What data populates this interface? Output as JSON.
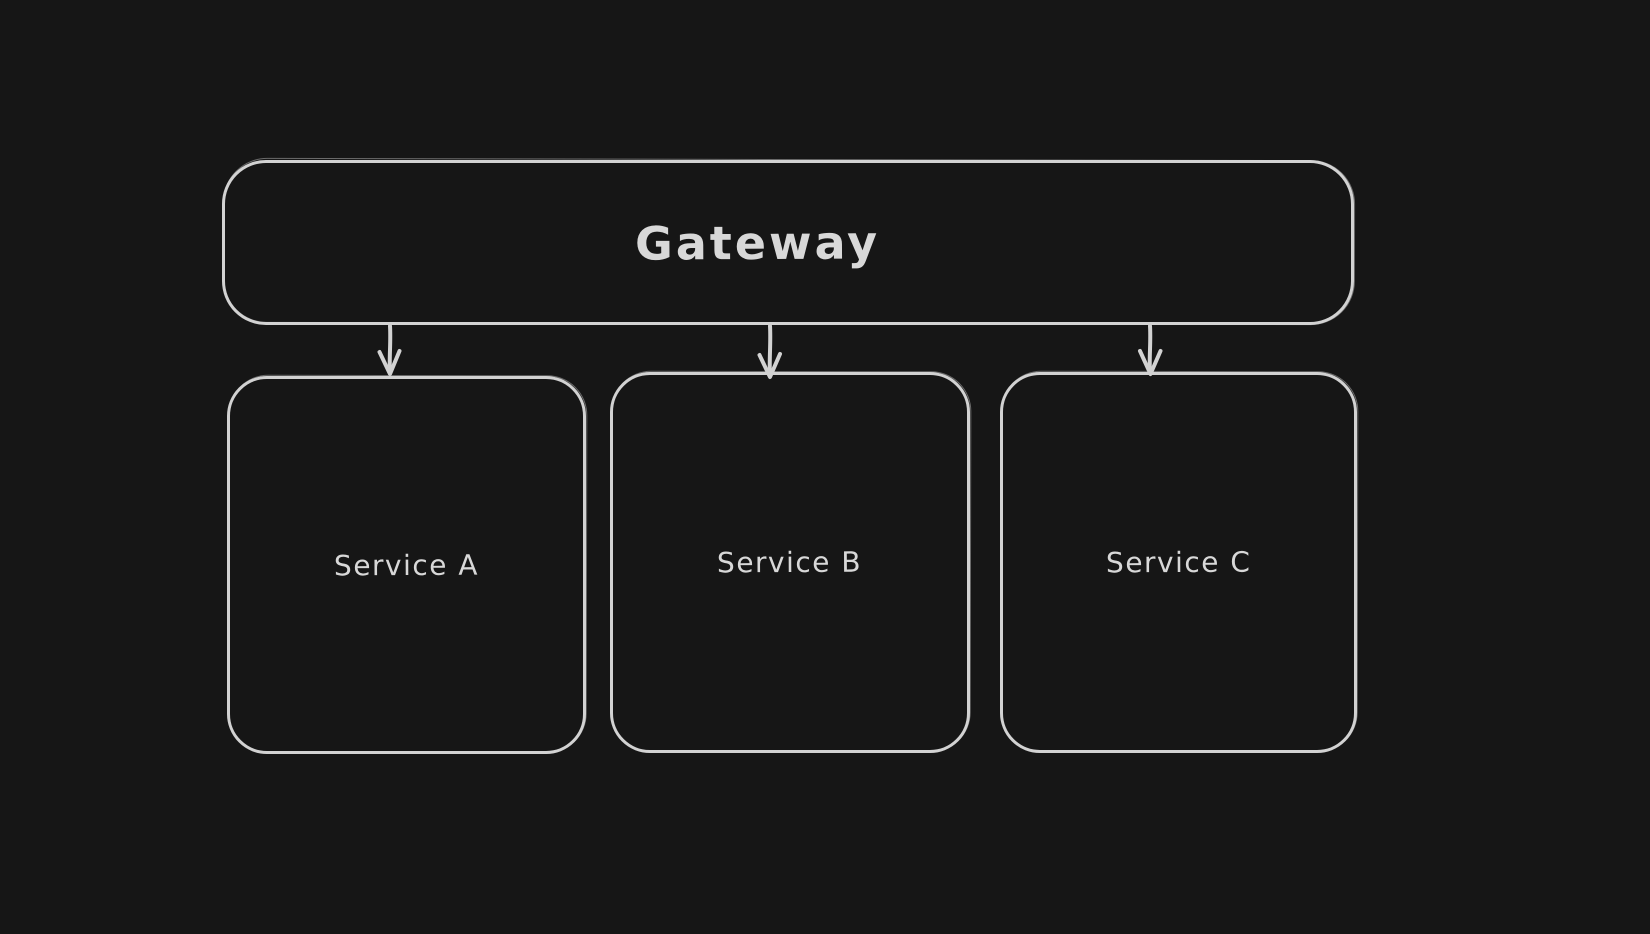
{
  "canvas": {
    "background_color": "#161616",
    "stroke_color": "#d2d2d2",
    "label_color": "#d8d8d8"
  },
  "diagram": {
    "nodes": [
      {
        "id": "gateway",
        "label": "Gateway"
      },
      {
        "id": "service-a",
        "label": "Service A"
      },
      {
        "id": "service-b",
        "label": "Service B"
      },
      {
        "id": "service-c",
        "label": "Service C"
      }
    ],
    "connectors": [
      {
        "id": "gateway-to-service-a",
        "from": "gateway",
        "to": "service-a",
        "style": "arrow-down"
      },
      {
        "id": "gateway-to-service-b",
        "from": "gateway",
        "to": "service-b",
        "style": "arrow-down"
      },
      {
        "id": "gateway-to-service-c",
        "from": "gateway",
        "to": "service-c",
        "style": "arrow-down"
      }
    ]
  }
}
